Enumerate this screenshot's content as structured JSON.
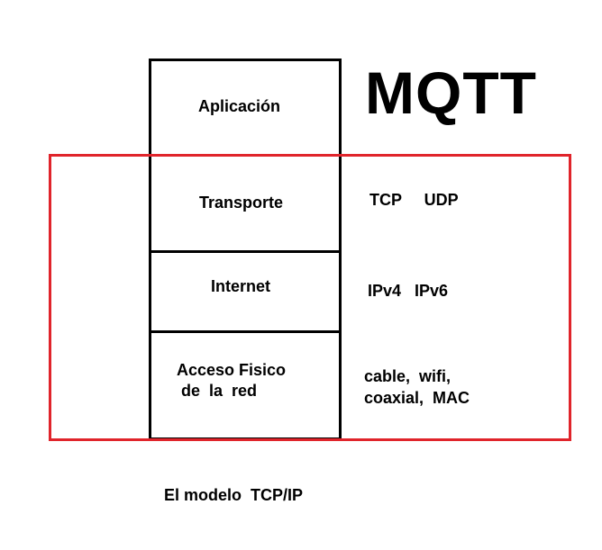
{
  "layers": [
    {
      "label": "Aplicación"
    },
    {
      "label": "Transporte"
    },
    {
      "label": "Internet"
    },
    {
      "label": "Acceso Fisico\n de  la  red"
    }
  ],
  "protocols": {
    "application": "MQTT",
    "transport": "TCP     UDP",
    "internet": "IPv4   IPv6",
    "physical": "cable,  wifi,\ncoaxial,  MAC"
  },
  "caption": "El modelo  TCP/IP",
  "colors": {
    "frame": "#e0242b",
    "box_border": "#000000"
  }
}
